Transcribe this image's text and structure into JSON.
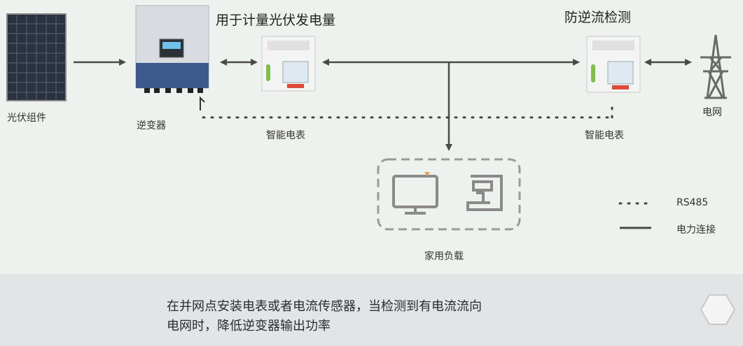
{
  "labels": {
    "solar_panel": "光伏组件",
    "inverter": "逆变器",
    "meter_left": "智能电表",
    "meter_right": "智能电表",
    "grid": "电网",
    "household_load": "家用负载"
  },
  "titles": {
    "meter_left_title": "用于计量光伏发电量",
    "meter_right_title": "防逆流检测"
  },
  "legend": {
    "rs485": "RS485",
    "power_connection": "电力连接"
  },
  "footer": {
    "line1": "在并网点安装电表或者电流传感器，当检测到有电流流向",
    "line2": "电网时，降低逆变器输出功率"
  },
  "colors": {
    "background": "#eef2ee",
    "line": "#555555",
    "inverter_blue": "#3d5a8c",
    "meter_green": "#7cc04a",
    "footer_bg": "#e3e4e6"
  }
}
